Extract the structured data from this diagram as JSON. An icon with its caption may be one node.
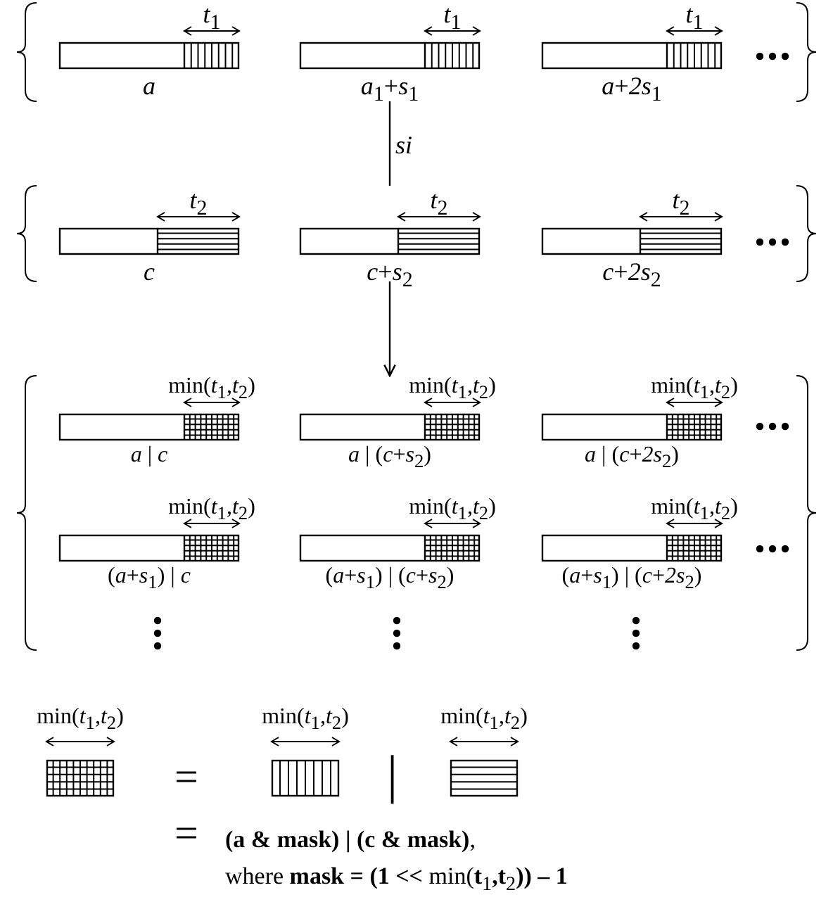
{
  "diagram": {
    "nodes": [
      {
        "text": [],
        "shape": "brace"
      },
      {
        "text": [],
        "shape": "bar",
        "in": 0,
        "beside": [
          "*t*$_{1}$",
          "*a*"
        ]
      },
      {
        "text": [],
        "shape": "bar",
        "in": 0,
        "beside": [
          "*t*$_{1}$",
          "*a*$_{1}$+*s*$_{1}$"
        ]
      },
      {
        "text": [],
        "shape": "bar",
        "in": 0,
        "beside": [
          "*t*$_{1}$",
          "*a*+*2s*$_{1}$"
        ]
      },
      {
        "text": [],
        "shape": "brace"
      },
      {
        "text": [],
        "shape": "bar",
        "in": 4,
        "beside": [
          "*t*$_{2}$",
          "*c*"
        ]
      },
      {
        "text": [],
        "shape": "bar",
        "in": 4,
        "beside": [
          "*t*$_{2}$",
          "*c*+*s*$_{2}$"
        ]
      },
      {
        "text": [],
        "shape": "bar",
        "in": 4,
        "beside": [
          "*t*$_{2}$",
          "*c*+*2s*$_{2}$"
        ]
      },
      {
        "text": [],
        "shape": "brace"
      },
      {
        "text": [],
        "shape": "bar",
        "in": 8,
        "beside": [
          "min(*t*$_{1}$,*t*$_{2}$)",
          "*a* | *c*"
        ]
      },
      {
        "text": [],
        "shape": "bar",
        "in": 8,
        "beside": [
          "min(*t*$_{1}$,*t*$_{2}$)",
          "*a* | (*c*+*s*$_{2}$)"
        ]
      },
      {
        "text": [],
        "shape": "bar",
        "in": 8,
        "beside": [
          "min(*t*$_{1}$,*t*$_{2}$)",
          "*a* | (*c*+*2s*$_{2}$)"
        ]
      },
      {
        "text": [],
        "shape": "bar",
        "in": 8,
        "beside": [
          "min(*t*$_{1}$,*t*$_{2}$)",
          "(*a*+*s*$_{1}$) | *c*"
        ]
      },
      {
        "text": [],
        "shape": "bar",
        "in": 8,
        "beside": [
          "min(*t*$_{1}$,*t*$_{2}$)",
          "(*a*+*s*$_{1}$) | (*c*+*s*$_{2}$)"
        ]
      },
      {
        "text": [],
        "shape": "bar",
        "in": 8,
        "beside": [
          "min(*t*$_{1}$,*t*$_{2}$)",
          "(*a*+*s*$_{1}$) | (*c*+*2s*$_{2}$)"
        ]
      },
      {
        "text": [],
        "shape": "box",
        "beside": [
          "min(*t*$_{1}$,*t*$_{2}$)"
        ]
      },
      {
        "text": [],
        "shape": "box",
        "beside": [
          "min(*t*$_{1}$,*t*$_{2}$)"
        ]
      },
      {
        "text": [],
        "shape": "box",
        "beside": [
          "min(*t*$_{1}$,*t*$_{2}$)"
        ]
      }
    ],
    "edges": [
      {
        "from": 0,
        "to": 4,
        "arrow": "none",
        "label": "*si*"
      },
      {
        "from": 4,
        "to": 8,
        "arrow": "to"
      }
    ],
    "labels": [
      "=",
      "|",
      "=",
      "**(a & mask) | (c & mask)**,",
      "where **mask = (1 <<** min(**t**$_{1}$**,t**$_{2}$**)) – 1**"
    ]
  }
}
